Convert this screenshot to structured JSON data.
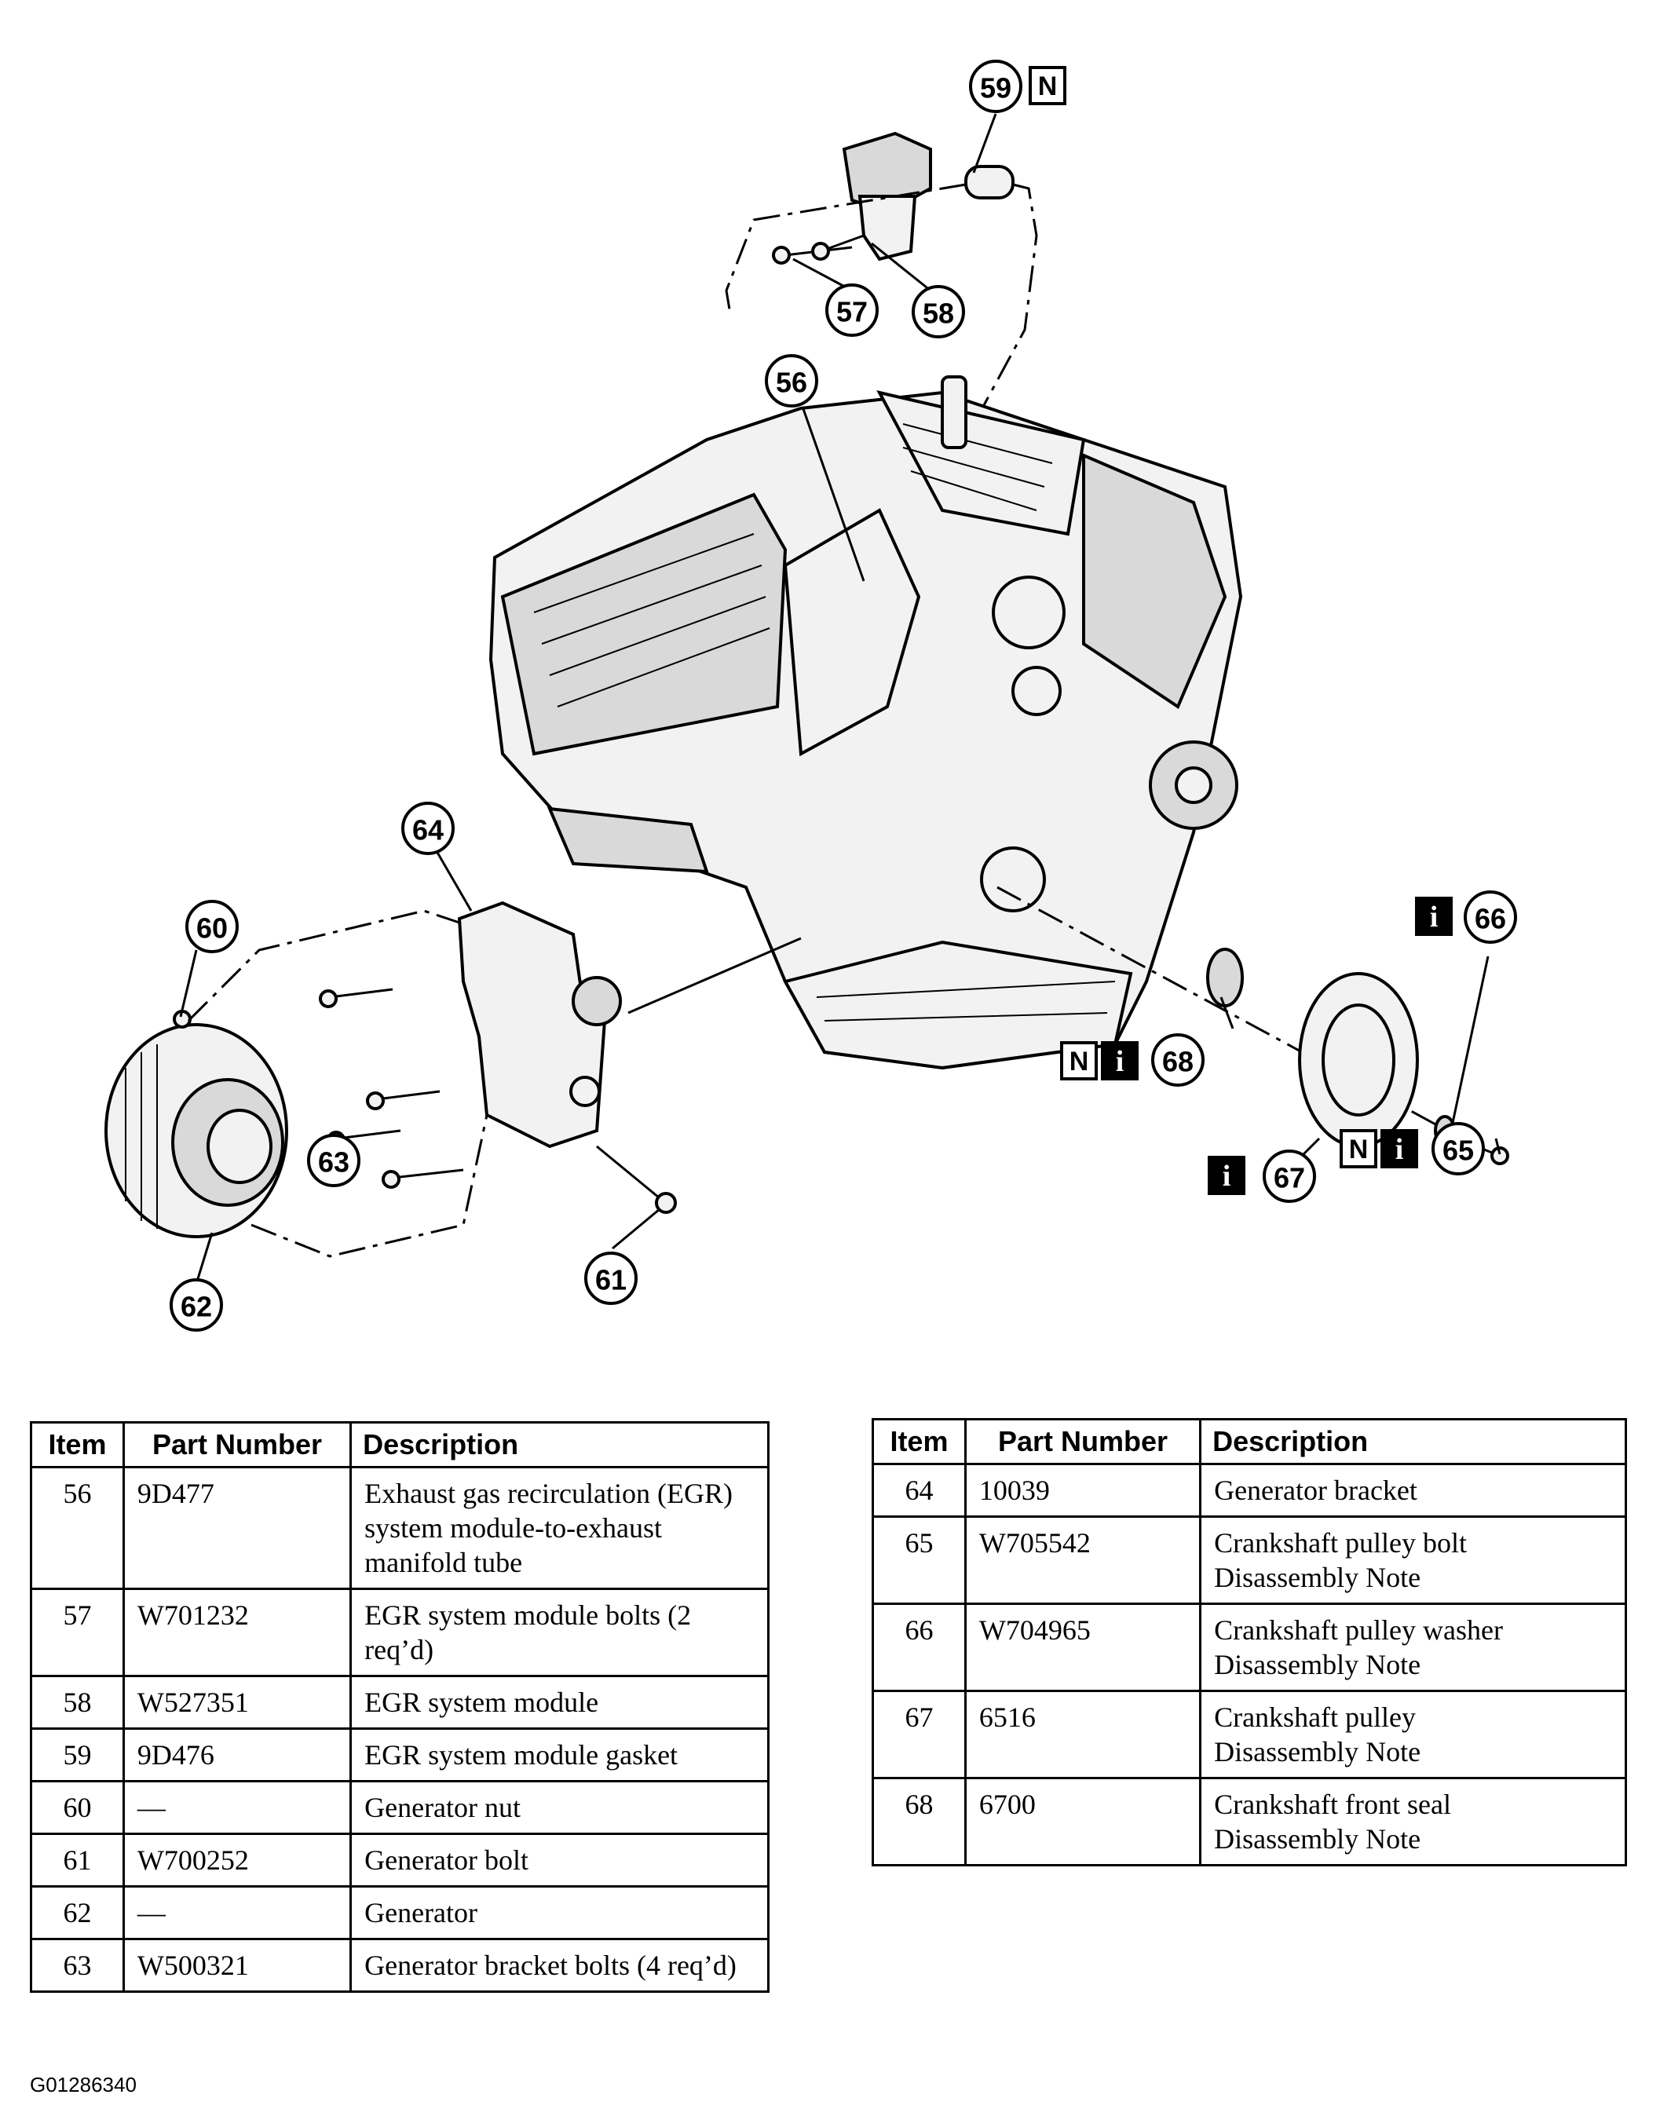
{
  "figure_id": "G01286340",
  "callouts": {
    "c56": "56",
    "c57": "57",
    "c58": "58",
    "c59": "59",
    "c60": "60",
    "c61": "61",
    "c62": "62",
    "c63": "63",
    "c64": "64",
    "c65": "65",
    "c66": "66",
    "c67": "67",
    "c68": "68"
  },
  "flags": {
    "n": "N",
    "i": "i"
  },
  "left_table": {
    "headers": [
      "Item",
      "Part Number",
      "Description"
    ],
    "rows": [
      {
        "item": "56",
        "part": "9D477",
        "desc": "Exhaust gas recirculation (EGR) system module-to-exhaust manifold tube"
      },
      {
        "item": "57",
        "part": "W701232",
        "desc": "EGR system module bolts (2 req’d)"
      },
      {
        "item": "58",
        "part": "W527351",
        "desc": "EGR system module"
      },
      {
        "item": "59",
        "part": "9D476",
        "desc": "EGR system module gasket"
      },
      {
        "item": "60",
        "part": "—",
        "desc": "Generator nut"
      },
      {
        "item": "61",
        "part": "W700252",
        "desc": "Generator bolt"
      },
      {
        "item": "62",
        "part": "—",
        "desc": "Generator"
      },
      {
        "item": "63",
        "part": "W500321",
        "desc": "Generator bracket bolts (4 req’d)"
      }
    ]
  },
  "right_table": {
    "headers": [
      "Item",
      "Part Number",
      "Description"
    ],
    "rows": [
      {
        "item": "64",
        "part": "10039",
        "desc": "Generator bracket",
        "note": ""
      },
      {
        "item": "65",
        "part": "W705542",
        "desc": "Crankshaft pulley bolt",
        "note": "Disassembly Note"
      },
      {
        "item": "66",
        "part": "W704965",
        "desc": "Crankshaft pulley washer",
        "note": "Disassembly Note"
      },
      {
        "item": "67",
        "part": "6516",
        "desc": "Crankshaft pulley",
        "note": "Disassembly Note"
      },
      {
        "item": "68",
        "part": "6700",
        "desc": "Crankshaft front seal",
        "note": "Disassembly Note"
      }
    ]
  }
}
